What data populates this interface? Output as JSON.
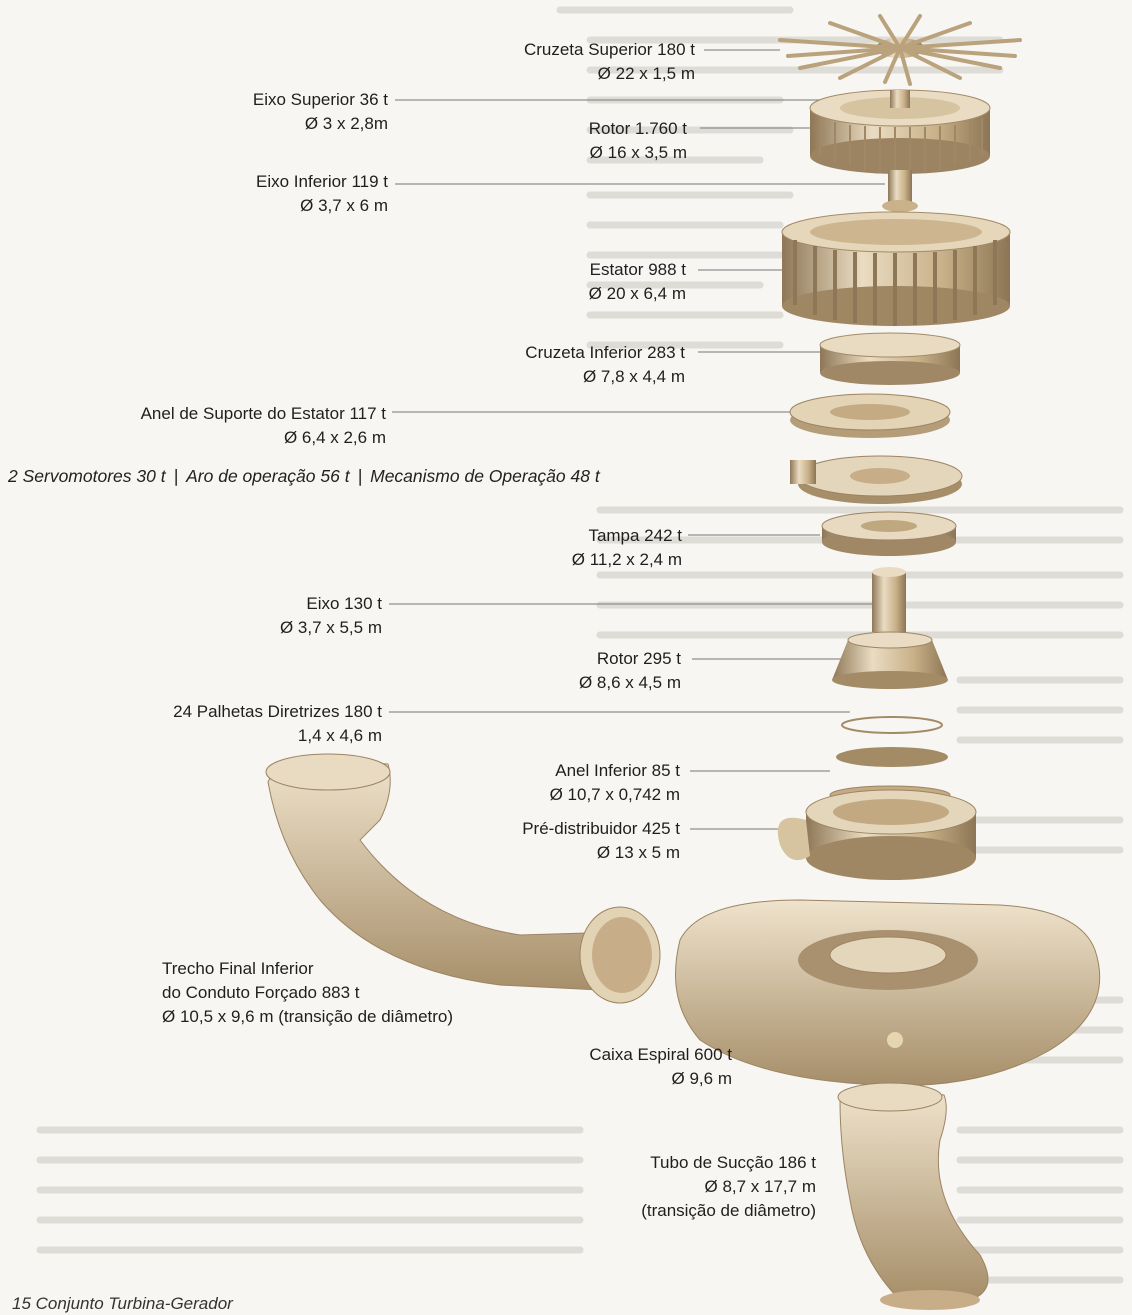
{
  "labels": [
    {
      "id": "cruzeta-superior",
      "name": "Cruzeta Superior 180 t",
      "dim": "Ø 22 x 1,5 m"
    },
    {
      "id": "eixo-superior",
      "name": "Eixo Superior 36 t",
      "dim": "Ø 3 x 2,8m"
    },
    {
      "id": "rotor-gerador",
      "name": "Rotor 1.760 t",
      "dim": "Ø 16 x 3,5 m"
    },
    {
      "id": "eixo-inferior",
      "name": "Eixo Inferior 119 t",
      "dim": "Ø 3,7 x 6 m"
    },
    {
      "id": "estator",
      "name": "Estator 988 t",
      "dim": "Ø 20 x 6,4 m"
    },
    {
      "id": "cruzeta-inferior",
      "name": "Cruzeta Inferior 283 t",
      "dim": "Ø 7,8 x 4,4 m"
    },
    {
      "id": "anel-suporte",
      "name": "Anel de Suporte do Estator 117 t",
      "dim": "Ø 6,4 x 2,6 m"
    },
    {
      "id": "tampa",
      "name": "Tampa 242 t",
      "dim": "Ø 11,2 x 2,4 m"
    },
    {
      "id": "eixo",
      "name": "Eixo 130 t",
      "dim": "Ø 3,7 x 5,5 m"
    },
    {
      "id": "rotor-turbina",
      "name": "Rotor 295 t",
      "dim": "Ø 8,6 x 4,5 m"
    },
    {
      "id": "palhetas",
      "name": "24 Palhetas Diretrizes 180 t",
      "dim": "1,4 x 4,6 m"
    },
    {
      "id": "anel-inferior",
      "name": "Anel Inferior 85 t",
      "dim": "Ø 10,7 x 0,742 m"
    },
    {
      "id": "pre-distribuidor",
      "name": "Pré-distribuidor 425 t",
      "dim": "Ø 13 x 5 m"
    },
    {
      "id": "caixa-espiral",
      "name": "Caixa Espiral 600 t",
      "dim": "Ø 9,6 m"
    }
  ],
  "trecho_final": {
    "line1": "Trecho Final Inferior",
    "line2": "do Conduto Forçado 883 t",
    "line3": "Ø 10,5 x 9,6 m (transição de diâmetro)"
  },
  "tubo_succao": {
    "line1": "Tubo de Sucção 186 t",
    "line2": "Ø 8,7 x 17,7 m",
    "line3": "(transição de diâmetro)"
  },
  "operation": {
    "servo": "2 Servomotores 30 t",
    "aro": "Aro de operação 56 t",
    "mecanismo": "Mecanismo de Operação 48 t",
    "separator": "|"
  },
  "caption": "15 Conjunto Turbina-Gerador",
  "colors": {
    "metal": "#cdb58f",
    "metal_dark": "#9c8462",
    "metal_light": "#ece0c8",
    "line": "#8a8a8a"
  }
}
